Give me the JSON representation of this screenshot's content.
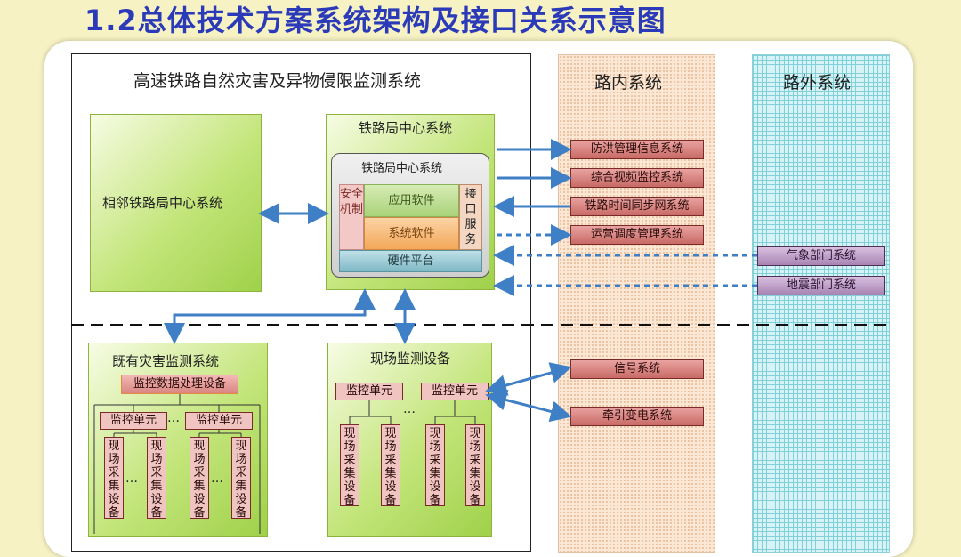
{
  "slide_title": "1.2总体技术方案系统架构及接口关系示意图",
  "main_system": "高速铁路自然灾害及异物侵限监测系统",
  "col_in_title": "路内系统",
  "col_out_title": "路外系统",
  "adjacent": "相邻铁路局中心系统",
  "bureau": {
    "outer_title": "铁路局中心系统",
    "inner_title": "铁路局中心系统",
    "safety": "安全机制",
    "app_sw": "应用软件",
    "sys_sw": "系统软件",
    "interface": "接口服务",
    "hardware": "硬件平台"
  },
  "internal_systems": [
    "防洪管理信息系统",
    "综合视频监控系统",
    "铁路时间同步网系统",
    "运营调度管理系统"
  ],
  "external_systems": [
    "气象部门系统",
    "地震部门系统"
  ],
  "lower_systems": [
    "信号系统",
    "牵引变电系统"
  ],
  "existing": {
    "title": "既有灾害监测系统",
    "processor": "监控数据处理设备",
    "unit": "监控单元",
    "field_device": "现场采集设备",
    "ellipsis": "…"
  },
  "field": {
    "title": "现场监测设备",
    "unit": "监控单元",
    "field_device": "现场采集设备",
    "ellipsis": "…"
  },
  "colors": {
    "arrow": "#3f7fc6",
    "title": "#2b3ab8",
    "green": "#9fd14a",
    "red_box": "#c86a66",
    "purple_box": "#a783b3"
  }
}
